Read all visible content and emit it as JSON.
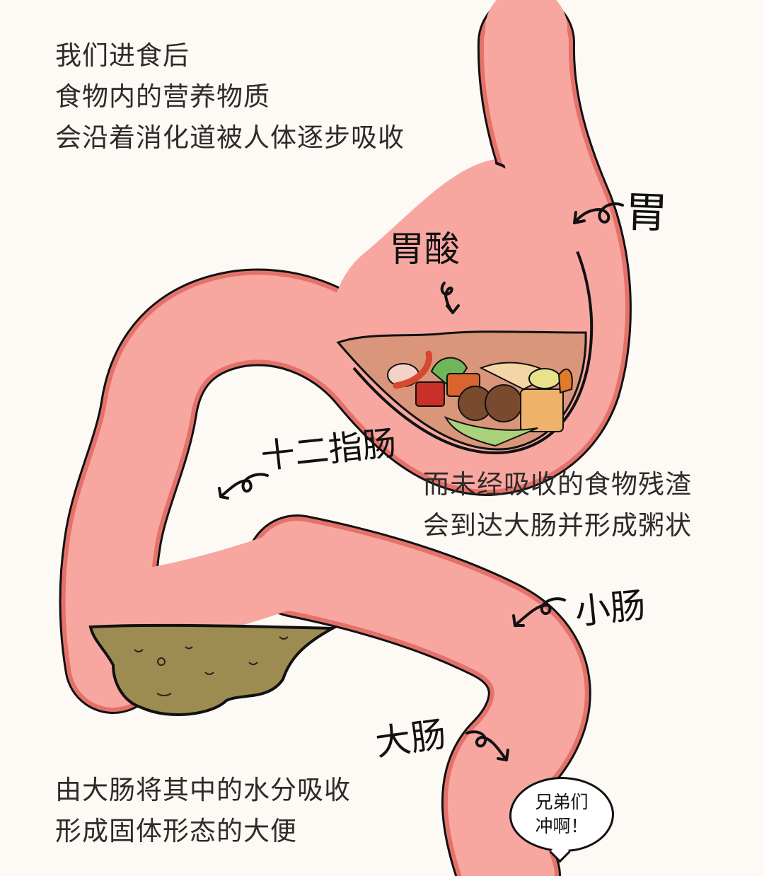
{
  "captions": {
    "intro": [
      "我们进食后",
      "食物内的营养物质",
      "会沿着消化道被人体逐步吸收"
    ],
    "residue": [
      "而未经吸收的食物残渣",
      "会到达大肠并形成粥状"
    ],
    "absorb": [
      "由大肠将其中的水分吸收",
      "形成固体形态的大便"
    ]
  },
  "labels": {
    "stomach": "胃",
    "stomach_acid": "胃酸",
    "duodenum": "十二指肠",
    "small_intestine": "小肠",
    "large_intestine": "大肠"
  },
  "speech_bubble": [
    "兄弟们",
    "冲啊！"
  ],
  "colors": {
    "background": "#fdf9f4",
    "tract_fill": "#f7a7a0",
    "tract_shade": "#e4726a",
    "outline": "#111111",
    "stomach_contents": "#d9967a",
    "stool": "#9c8c52",
    "text": "#2f2b28"
  }
}
